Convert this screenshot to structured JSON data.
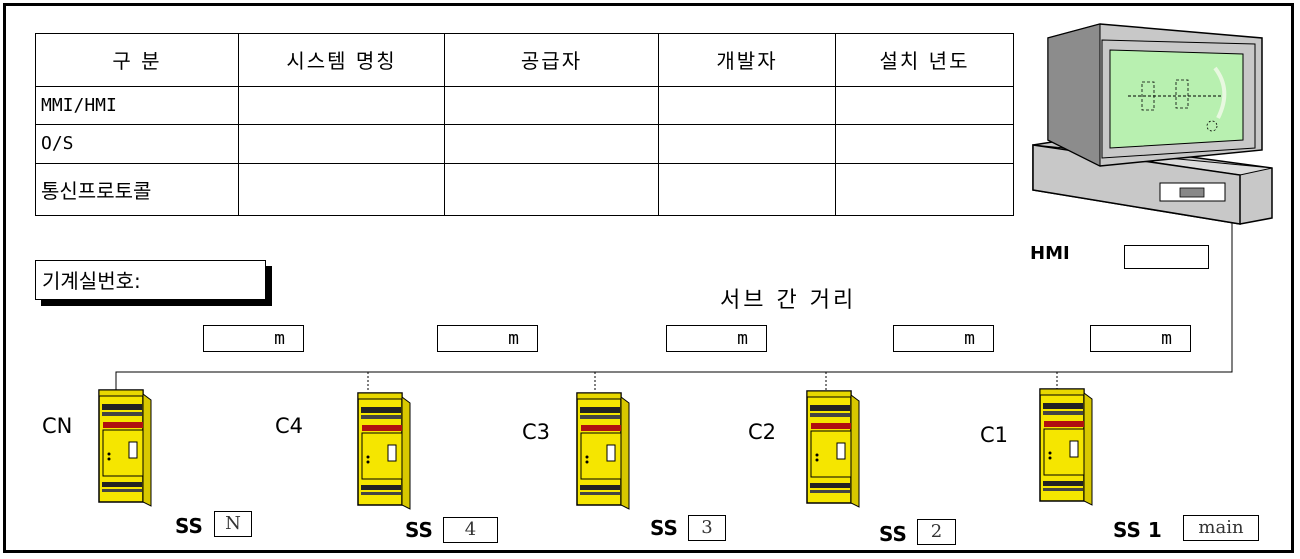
{
  "table": {
    "headers": [
      "구  분",
      "시스템 명칭",
      "공급자",
      "개발자",
      "설치 년도"
    ],
    "rows": [
      {
        "label": "MMI/HMI"
      },
      {
        "label": "O/S"
      },
      {
        "label": "통신프로토콜"
      }
    ]
  },
  "machine_room_label": "기계실번호:",
  "distance_title": "서브 간 거리",
  "distance_unit": "m",
  "hmi_label": "HMI",
  "nodes": [
    {
      "controller": "CN",
      "ss_prefix": "SS",
      "ss_value": "N"
    },
    {
      "controller": "C4",
      "ss_prefix": "SS",
      "ss_value": "4"
    },
    {
      "controller": "C3",
      "ss_prefix": "SS",
      "ss_value": "3"
    },
    {
      "controller": "C2",
      "ss_prefix": "SS",
      "ss_value": "2"
    },
    {
      "controller": "C1",
      "ss_prefix": "SS 1",
      "ss_value": "main"
    }
  ],
  "colors": {
    "device_yellow": "#f5e600",
    "device_band": "#b01010",
    "monitor_screen": "#b8f0b0",
    "computer_gray": "#c8c8c8"
  }
}
